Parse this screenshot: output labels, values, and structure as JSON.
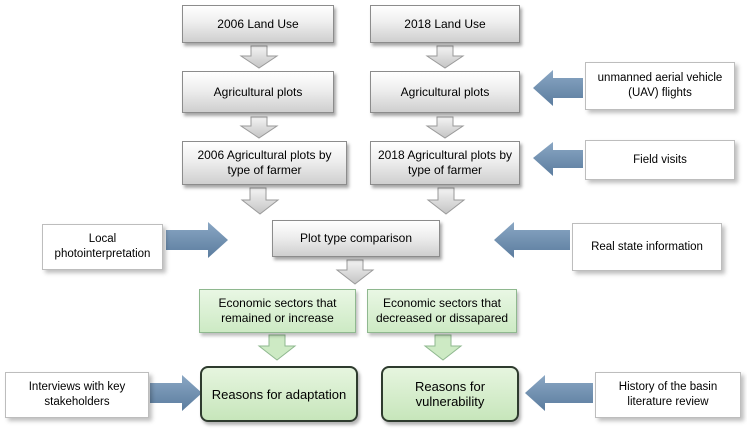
{
  "boxes": {
    "land_use_2006": "2006 Land Use",
    "land_use_2018": "2018 Land Use",
    "agri_plots_left": "Agricultural plots",
    "agri_plots_right": "Agricultural plots",
    "agri_farmer_2006": "2006 Agricultural plots by type of farmer",
    "agri_farmer_2018": "2018 Agricultural plots by type of farmer",
    "plot_comparison": "Plot type comparison",
    "sectors_remained": "Economic sectors that remained or increase",
    "sectors_decreased": "Economic sectors that decreased or dissapared",
    "reasons_adaptation": "Reasons for adaptation",
    "reasons_vulnerability": "Reasons for vulnerability"
  },
  "sources": {
    "uav_flights": "unmanned aerial vehicle (UAV) flights",
    "field_visits": "Field visits",
    "local_photo": "Local photointerpretation",
    "real_state": "Real state information",
    "interviews": "Interviews with key stakeholders",
    "history": "History of the basin literature review"
  },
  "colors": {
    "arrow_grey": "#d6d6d6",
    "arrow_blue": "#6e8fb0",
    "green_fill": "#cdeac4"
  }
}
